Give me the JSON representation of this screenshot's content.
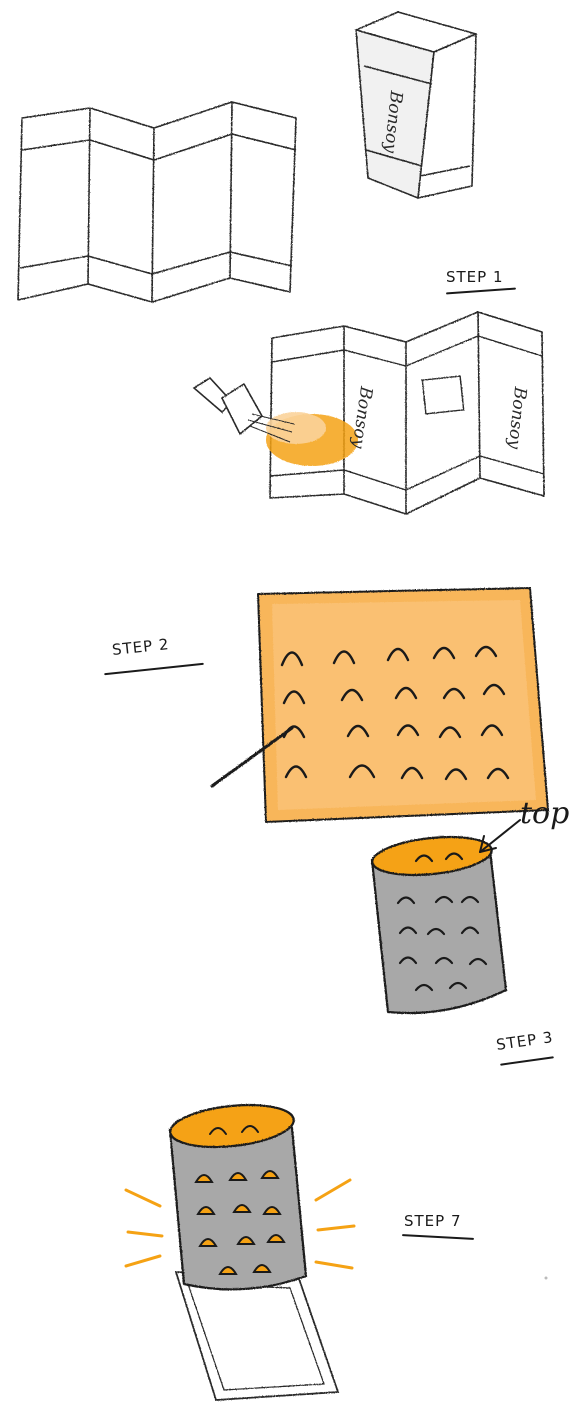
{
  "steps": {
    "step1": "STEP 1",
    "step2": "STEP 2",
    "step3": "STEP 3",
    "step7": "STEP 7"
  },
  "annotation": {
    "top": "top"
  },
  "brand": "Bonsoy",
  "colors": {
    "orange": "#f5a214",
    "orange_light": "#fbd39a",
    "grey": "#a8a8a8",
    "ink": "#1a1a1a"
  }
}
